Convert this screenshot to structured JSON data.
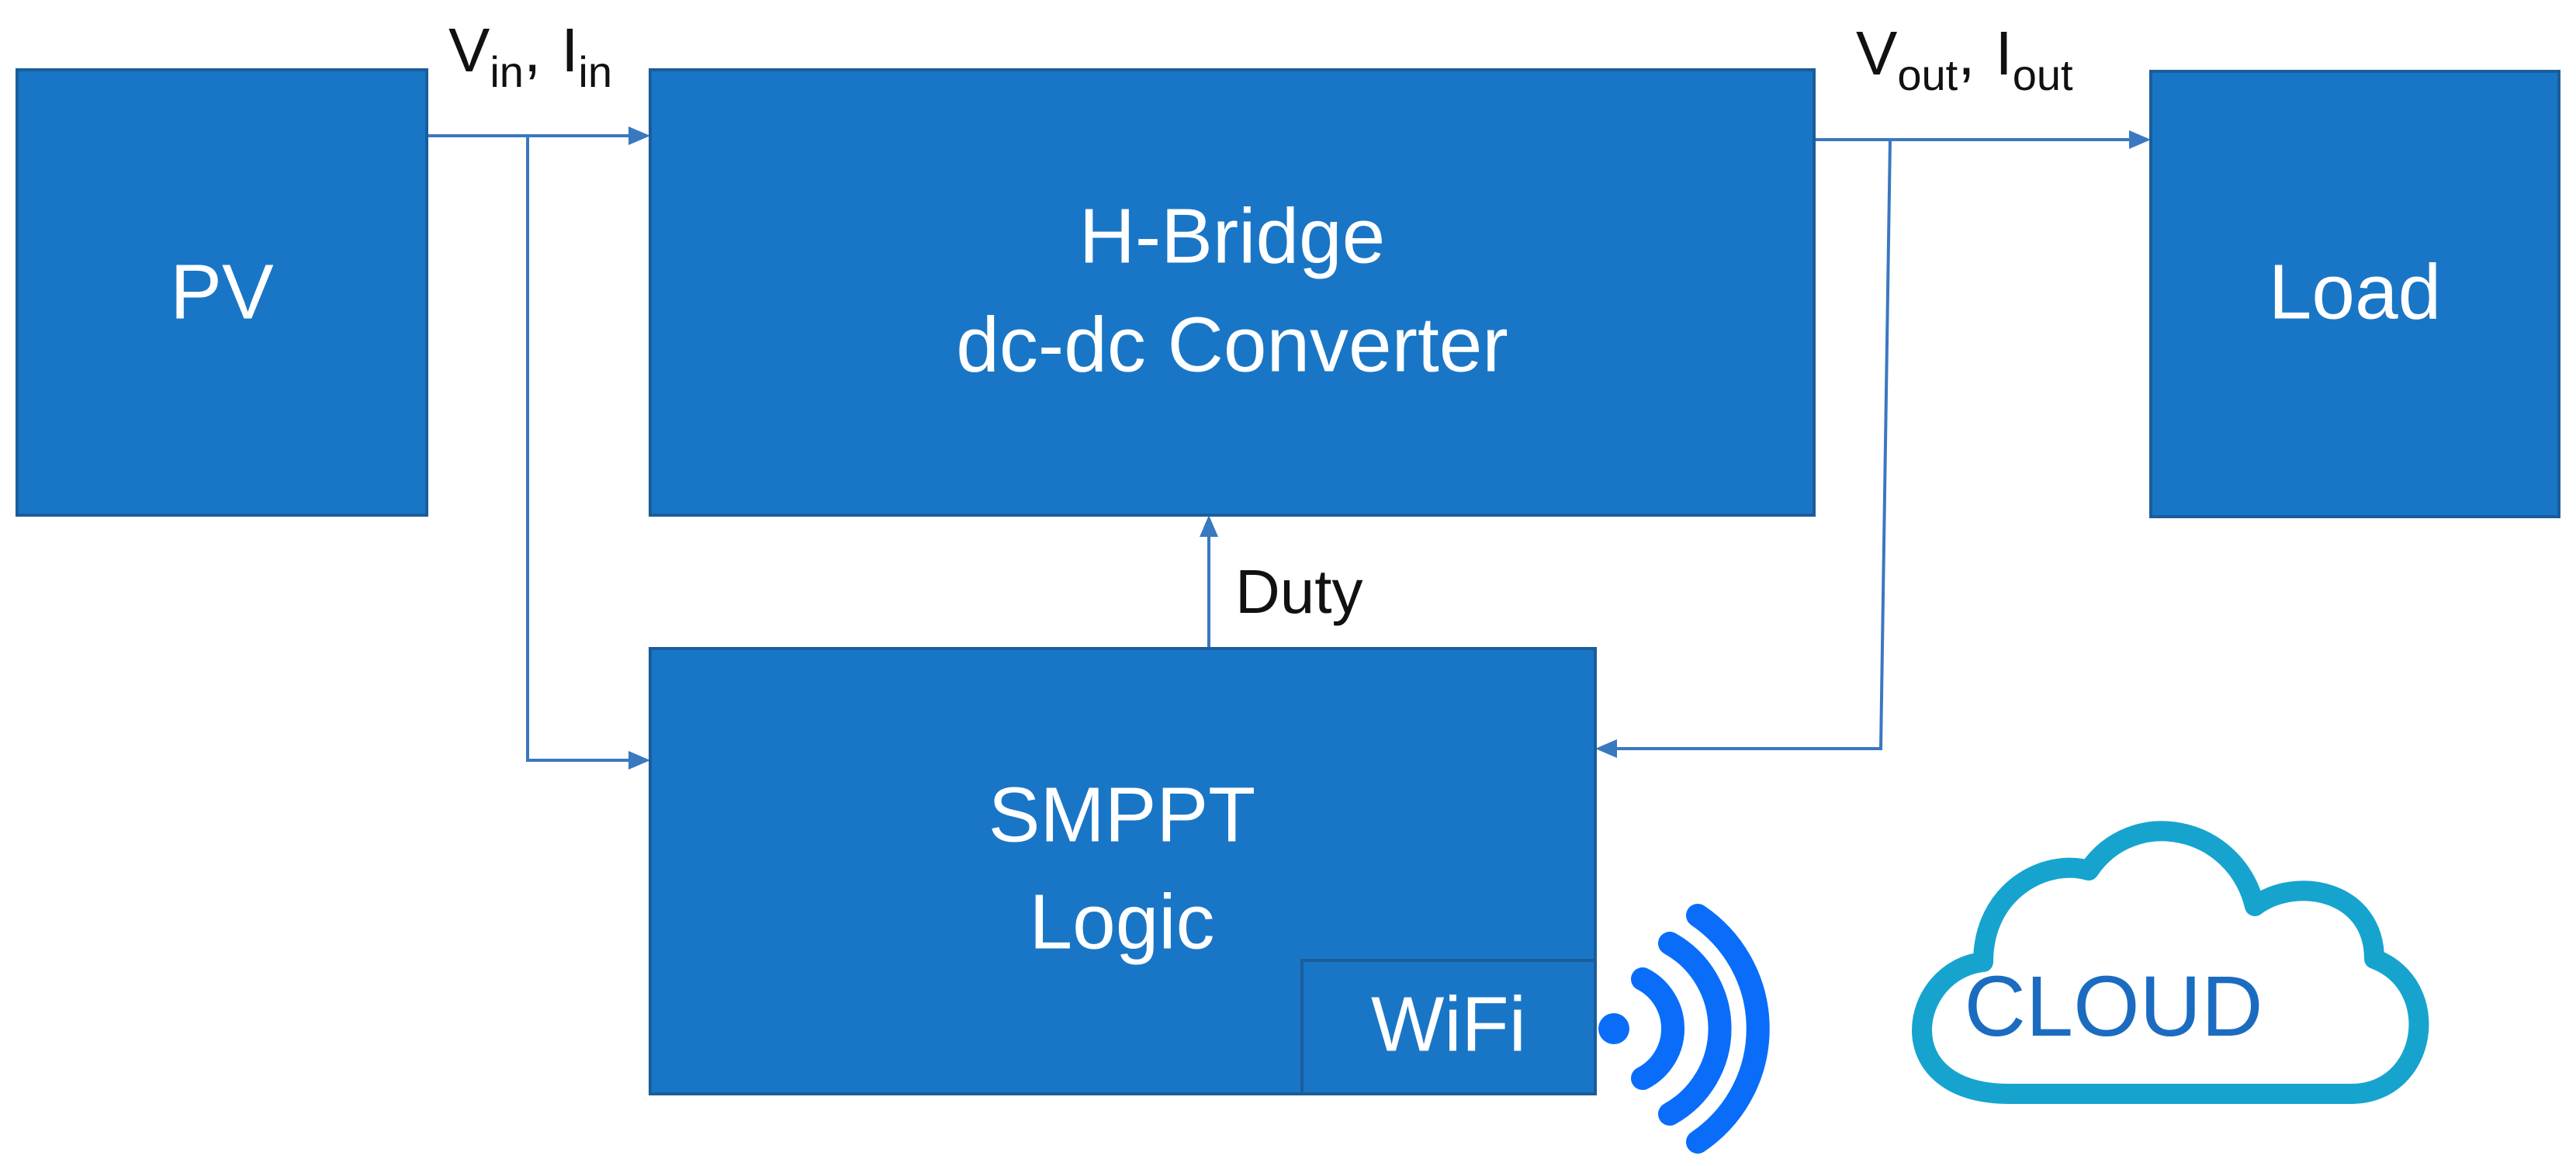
{
  "blocks": {
    "pv": "PV",
    "converter_line1": "H-Bridge",
    "converter_line2": "dc-dc Converter",
    "load": "Load",
    "smppt_line1": "SMPPT",
    "smppt_line2": "Logic",
    "wifi": "WiFi"
  },
  "signals": {
    "v_in": "V",
    "v_in_sub": "in",
    "i_in": "I",
    "i_in_sub": "in",
    "v_out": "V",
    "v_out_sub": "out",
    "i_out": "I",
    "i_out_sub": "out",
    "separator": ",",
    "duty": "Duty"
  },
  "cloud": {
    "label": "CLOUD"
  },
  "colors": {
    "block_fill": "#1976c6",
    "block_border": "#1a5d9b",
    "wire": "#3a78c0",
    "wifi_signal": "#0a6dfa",
    "cloud_outline": "#16a4cf",
    "cloud_text": "#1b6cc0"
  },
  "icons": {
    "wifi_signal": "wifi-signal-icon",
    "cloud": "cloud-icon"
  }
}
